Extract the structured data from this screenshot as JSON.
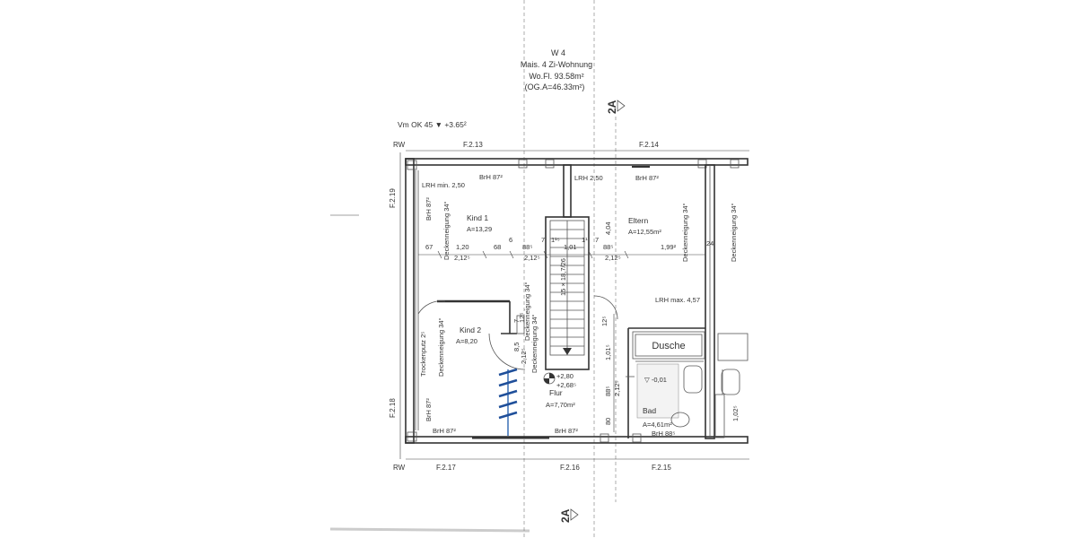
{
  "header": {
    "unit": "W 4",
    "type": "Mais. 4 Zi-Wohnung",
    "area": "Wo.Fl. 93.58m²",
    "og_area": "(OG.A=46.33m²)"
  },
  "level": "Vm OK 45  ▼ +3.65²",
  "section_marks": [
    "2A",
    "2A"
  ],
  "grid_labels": [
    "RW",
    "F.2.13",
    "F.2.14",
    "F.2.19",
    "F.2.18",
    "RW",
    "F.2.17",
    "F.2.16",
    "F.2.15"
  ],
  "rooms": {
    "kind1": {
      "name": "Kind 1",
      "area": "A=13,29"
    },
    "kind2": {
      "name": "Kind 2",
      "area": "A=8,20"
    },
    "eltern": {
      "name": "Eltern",
      "area": "A=12,55m²"
    },
    "flur": {
      "name": "Flur",
      "area": "A=7,70m²"
    },
    "bad": {
      "name": "Bad",
      "area": "A=4,61m²"
    },
    "dusche": {
      "name": "Dusche"
    }
  },
  "labels": {
    "lrh_min": "LRH min. 2,50",
    "brh_top_left": "BrH 87²",
    "lrh_250": "LRH 2,50",
    "brh_top_right": "BrH 87²",
    "brh_left_upper": "BrH 87²",
    "brh_left_lower": "BrH 87²",
    "brh_bottom_left": "BrH 87²",
    "brh_bottom_mid": "BrH 87²",
    "brh_bad": "BrH 88⁵",
    "lrh_max": "LRH max. 4,57",
    "trockenputz": "Trockenputz 2⁵",
    "stair": "15 × 18,7/26",
    "level_280": "+2,80",
    "level_268": "+2,68⁵",
    "level_bad": "▽ -0,01",
    "deckenneigung": [
      "Deckenneigung 34°",
      "Deckenneigung 34°",
      "Deckenneigung 34°",
      "Deckenneigung 34°",
      "Deckenneigung 34°",
      "Deckenneigung 34°"
    ]
  },
  "dimensions": [
    "67",
    "1,20",
    "68",
    "6",
    "88⁵",
    "7",
    "1¹⁵",
    "1,01",
    "1¹",
    "7",
    "88⁵",
    "1,99²",
    "24",
    "2,12⁵",
    "2,12⁵",
    "2,12⁵",
    "4,04",
    "12⁵",
    "1,01⁵",
    "88⁵",
    "2,12⁵",
    "80",
    "1,02⁵",
    "7",
    "12⁵",
    "8,5",
    "2,12⁵"
  ]
}
